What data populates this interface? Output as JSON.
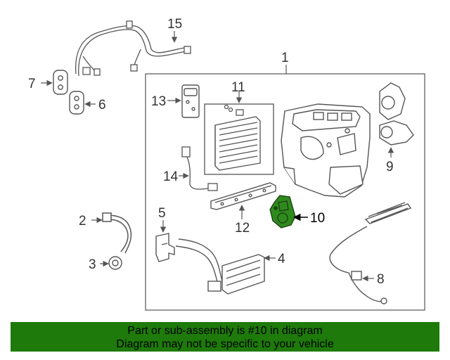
{
  "colors": {
    "line": "#555555",
    "highlight_part": "#2f8a1e",
    "banner_bg": "#1e7a0a"
  },
  "callouts": {
    "c1": "1",
    "c2": "2",
    "c3": "3",
    "c4": "4",
    "c5": "5",
    "c6": "6",
    "c7": "7",
    "c8": "8",
    "c9": "9",
    "c10": "10",
    "c11": "11",
    "c12": "12",
    "c13": "13",
    "c14": "14",
    "c15": "15"
  },
  "highlighted_part": "10",
  "banner": {
    "line1": "Part or sub-assembly is #10 in diagram",
    "line2": "Diagram may not be specific to your vehicle"
  }
}
